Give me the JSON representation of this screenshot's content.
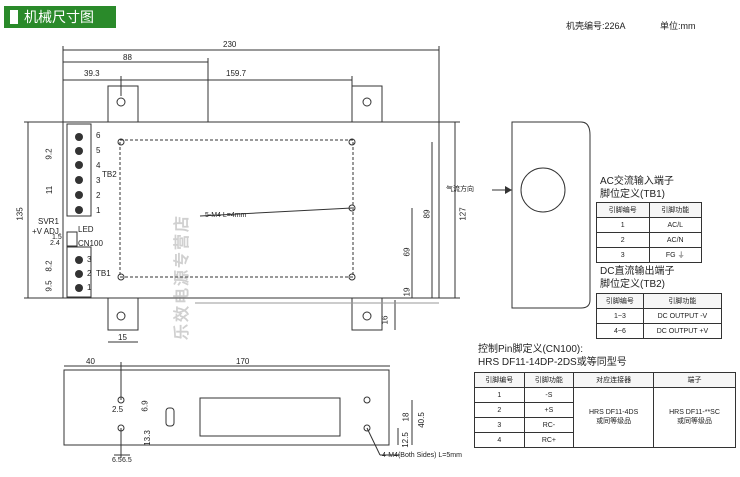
{
  "header": {
    "title": "机械尺寸图",
    "case_no": "机壳编号:226A",
    "unit": "单位:mm"
  },
  "dims_top": {
    "d230": "230",
    "d88": "88",
    "d39_3": "39.3",
    "d159_7": "159.7",
    "d135": "135",
    "d127": "127",
    "d89": "89",
    "d69": "69",
    "d19": "19",
    "d16": "16",
    "d15": "15",
    "d9_2": "9.2",
    "d11": "11",
    "d8_2": "8.2",
    "d9_5": "9.5",
    "d2_4": "2.4",
    "d1_5": "1.5"
  },
  "labels_top": {
    "tb2": "TB2",
    "tb1": "TB1",
    "svr1": "SVR1",
    "vadj": "+V ADJ.",
    "led": "LED",
    "cn100": "CN100",
    "screw_note": "5-M4 L=4mm",
    "tb2_pins": [
      "6",
      "5",
      "4",
      "3",
      "2",
      "1"
    ],
    "tb1_pins": [
      "3",
      "2",
      "1"
    ]
  },
  "side": {
    "airflow": "气流方向"
  },
  "dims_bottom": {
    "d40": "40",
    "d170": "170",
    "d2_5": "2.5",
    "d6_9": "6.9",
    "d13_3": "13.3",
    "d18": "18",
    "d40_5": "40.5",
    "d12_5": "12.5",
    "d6_5a": "6.5",
    "d6_5b": "6.5",
    "screw_note": "4-M4(Both Sides) L=5mm"
  },
  "tb1_table": {
    "title1": "AC交流输入端子",
    "title2": "脚位定义(TB1)",
    "headers": [
      "引脚编号",
      "引脚功能"
    ],
    "rows": [
      [
        "1",
        "AC/L"
      ],
      [
        "2",
        "AC/N"
      ],
      [
        "3",
        "FG ⏚"
      ]
    ]
  },
  "tb2_table": {
    "title1": "DC直流输出端子",
    "title2": "脚位定义(TB2)",
    "headers": [
      "引脚编号",
      "引脚功能"
    ],
    "rows": [
      [
        "1~3",
        "DC OUTPUT -V"
      ],
      [
        "4~6",
        "DC OUTPUT +V"
      ]
    ]
  },
  "cn100_table": {
    "title1": "控制Pin脚定义(CN100):",
    "title2": "HRS DF11-14DP-2DS或等同型号",
    "headers": [
      "引脚编号",
      "引脚功能",
      "对应连接器",
      "端子"
    ],
    "pins": [
      [
        "1",
        "-S"
      ],
      [
        "2",
        "+S"
      ],
      [
        "3",
        "RC-"
      ],
      [
        "4",
        "RC+"
      ]
    ],
    "connector": [
      "HRS DF11-4DS",
      "或同等级品"
    ],
    "terminal": [
      "HRS DF11-**SC",
      "或同等级品"
    ]
  },
  "watermark": "乐效电源专营店"
}
